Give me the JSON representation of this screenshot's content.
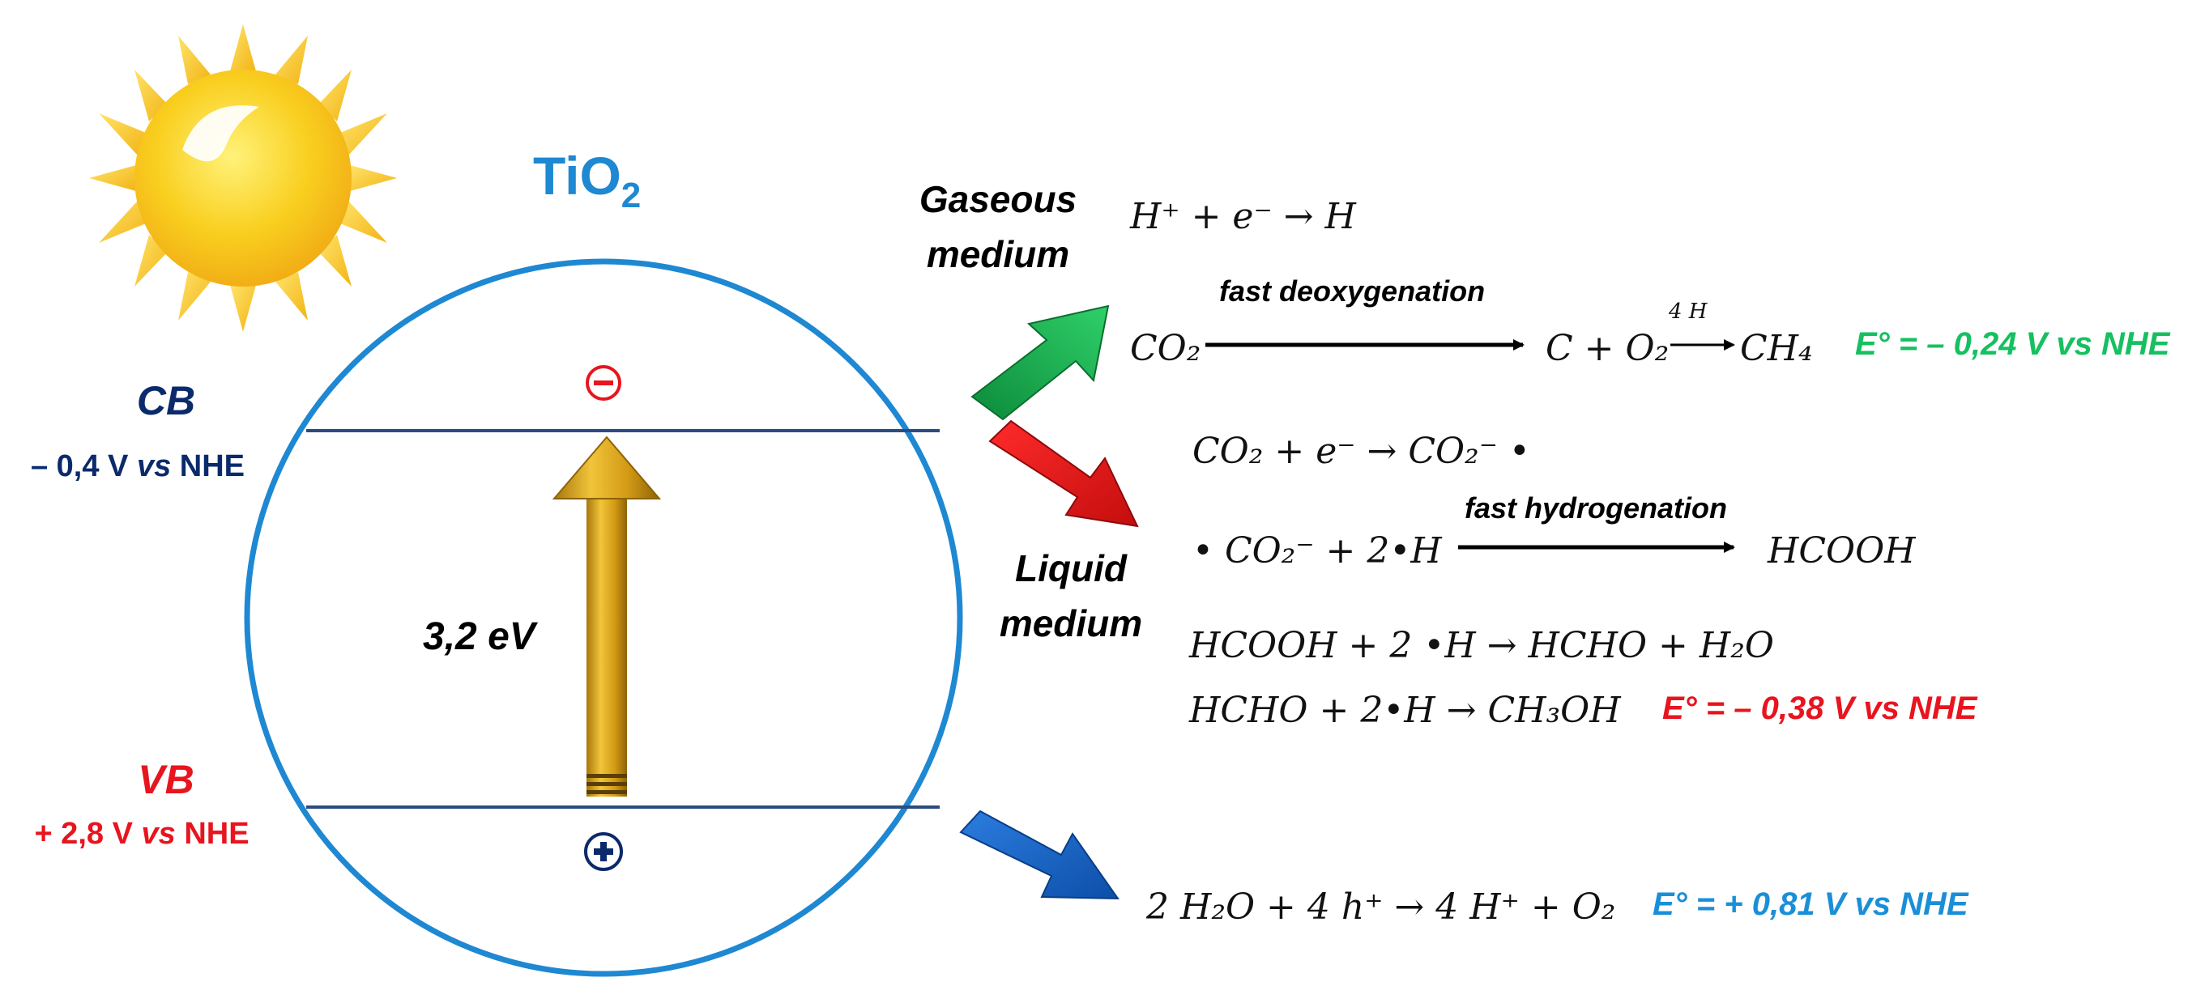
{
  "colors": {
    "circle": "#1e88d2",
    "cb": "#0a2a6b",
    "vb": "#e8141e",
    "green": "#16c060",
    "red": "#e8141e",
    "blue": "#1a8fd8",
    "arrow_gold": "#d9a51a",
    "sun": "#f7c21a"
  },
  "material": {
    "name": "TiO",
    "subscript": "2"
  },
  "bands": {
    "cb_label": "CB",
    "cb_value_pre": "– 0,4 V ",
    "cb_value_vs": "vs",
    "cb_value_post": " NHE",
    "vb_label": "VB",
    "vb_value_pre": "+ 2,8 V ",
    "vb_value_vs": "vs",
    "vb_value_post": " NHE",
    "gap_label": "3,2 eV",
    "electron_symbol": "⊖",
    "hole_symbol": "✚"
  },
  "media": {
    "gaseous_line1": "Gaseous",
    "gaseous_line2": "medium",
    "liquid_line1": "Liquid",
    "liquid_line2": "medium"
  },
  "reactions": {
    "gas_r1": "H⁺ + e⁻ → H",
    "gas_r2_left": "CO₂",
    "gas_r2_arrow_label": "fast deoxygenation",
    "gas_r2_mid": "C + O₂",
    "gas_r2_small_arrow_label": "4   H",
    "gas_r2_right": "CH₄",
    "gas_potential": "E° = – 0,24 V vs NHE",
    "liq_r1": "CO₂ + e⁻ → CO₂⁻ •",
    "liq_r2_left": "• CO₂⁻ + 2•H",
    "liq_r2_arrow_label": "fast hydrogenation",
    "liq_r2_right": "HCOOH",
    "liq_r3": "HCOOH + 2 •H → HCHO +  H₂O",
    "liq_r4": "HCHO + 2•H →  CH₃OH",
    "liq_potential": "E° = – 0,38 V vs NHE",
    "water_r": "2 H₂O + 4 h⁺ →  4 H⁺ +  O₂",
    "water_potential": "E° = + 0,81 V vs NHE"
  }
}
